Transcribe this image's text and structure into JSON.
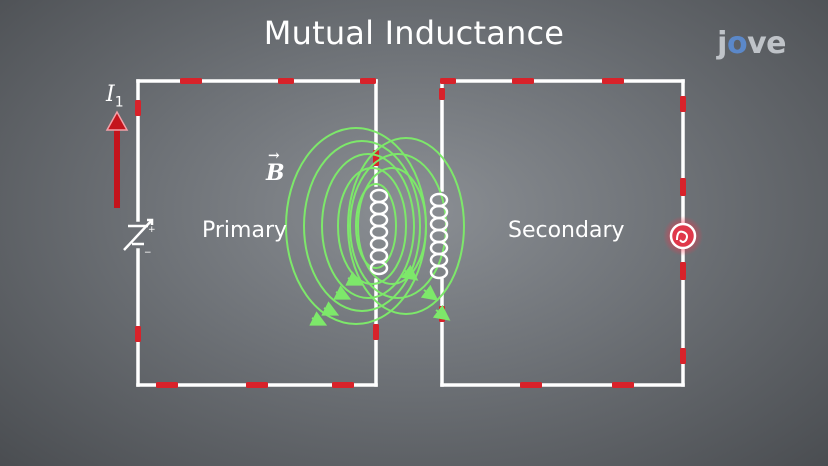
{
  "title": "Mutual Inductance",
  "logo": {
    "prefix": "j",
    "accent": "o",
    "suffix": "ve"
  },
  "labels": {
    "current_symbol": "I",
    "current_subscript": "1",
    "field_symbol": "B",
    "field_arrow": "→",
    "primary": "Primary",
    "secondary": "Secondary"
  },
  "colors": {
    "wire": "#ffffff",
    "field_lines": "#7de86a",
    "current_arrow": "#c4141c",
    "charge_markers": "#d8222a",
    "bulb_glow": "#ff5a6a"
  },
  "icons": [
    "battery-icon",
    "light-bulb-icon",
    "inductor-coil-icon",
    "current-arrow-icon"
  ]
}
